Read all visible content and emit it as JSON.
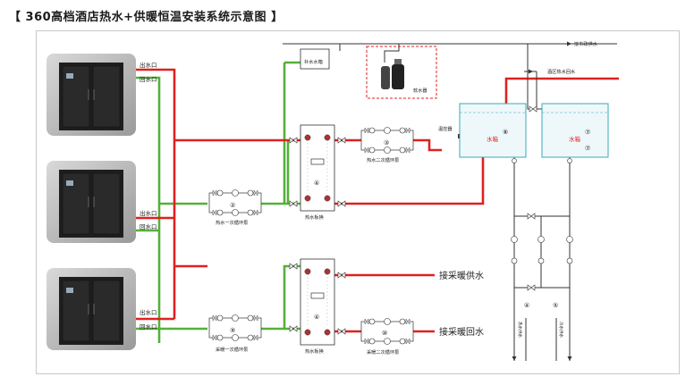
{
  "title": "【 360高档酒店热水+供暖恒温安装系统示意图 】",
  "labels": {
    "outlet": "出水口",
    "return_inlet": "回水口",
    "makeup_tank": "补水水箱",
    "municipal_supply": "接市政供水",
    "hotel_return": "酒区热水回水",
    "softener": "软水器",
    "temp_controller": "温控器",
    "water_tank": "水箱",
    "hot_water_primary_pump": "热水一次循环泵",
    "hot_water_secondary_pump": "热水二次循环泵",
    "hot_water_exchanger": "热水板换",
    "heating_primary_pump": "采暖一次循环泵",
    "heating_secondary_pump": "采暖二次循环泵",
    "heating_supply": "接采暖供水",
    "heating_return": "接采暖回水",
    "riser_left": "热水供水",
    "riser_right": "冷水供水"
  },
  "markers": {
    "m2": "②",
    "m3": "③",
    "m4": "④",
    "m5": "⑤",
    "m7": "⑦",
    "m8": "⑧",
    "m9": "⑨",
    "m10": "⑩"
  },
  "colors": {
    "hot": "#e02020",
    "return": "#55b03a",
    "cold": "#333333",
    "dashed": "#e02020",
    "tank": "#39a9b8"
  }
}
